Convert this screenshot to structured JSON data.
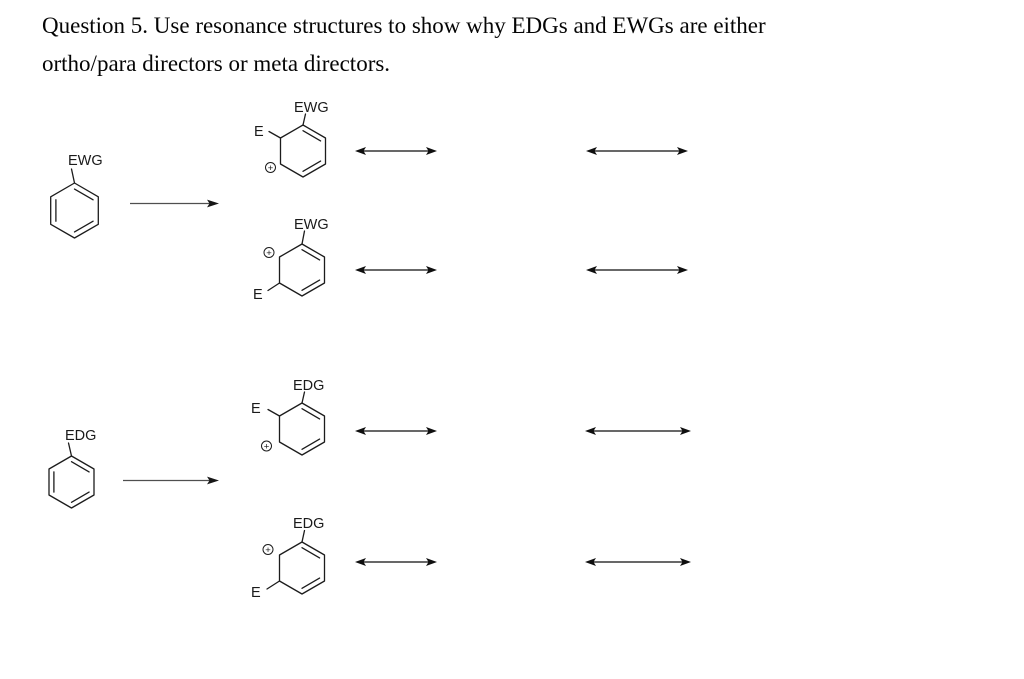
{
  "colors": {
    "background": "#ffffff",
    "ink": "#1a1a1a"
  },
  "question": {
    "line1": "Question 5. Use resonance structures to show why EDGs and EWGs are either",
    "line2": "ortho/para directors or meta directors."
  },
  "schemes": [
    {
      "group": "EWG",
      "reactant_label": "EWG",
      "intermediates": [
        {
          "substituent": "EWG",
          "electrophile": "E",
          "charge": "+"
        },
        {
          "substituent": "EWG",
          "electrophile": "E",
          "charge": "+"
        }
      ]
    },
    {
      "group": "EDG",
      "reactant_label": "EDG",
      "intermediates": [
        {
          "substituent": "EDG",
          "electrophile": "E",
          "charge": "+"
        },
        {
          "substituent": "EDG",
          "electrophile": "E",
          "charge": "+"
        }
      ]
    }
  ]
}
